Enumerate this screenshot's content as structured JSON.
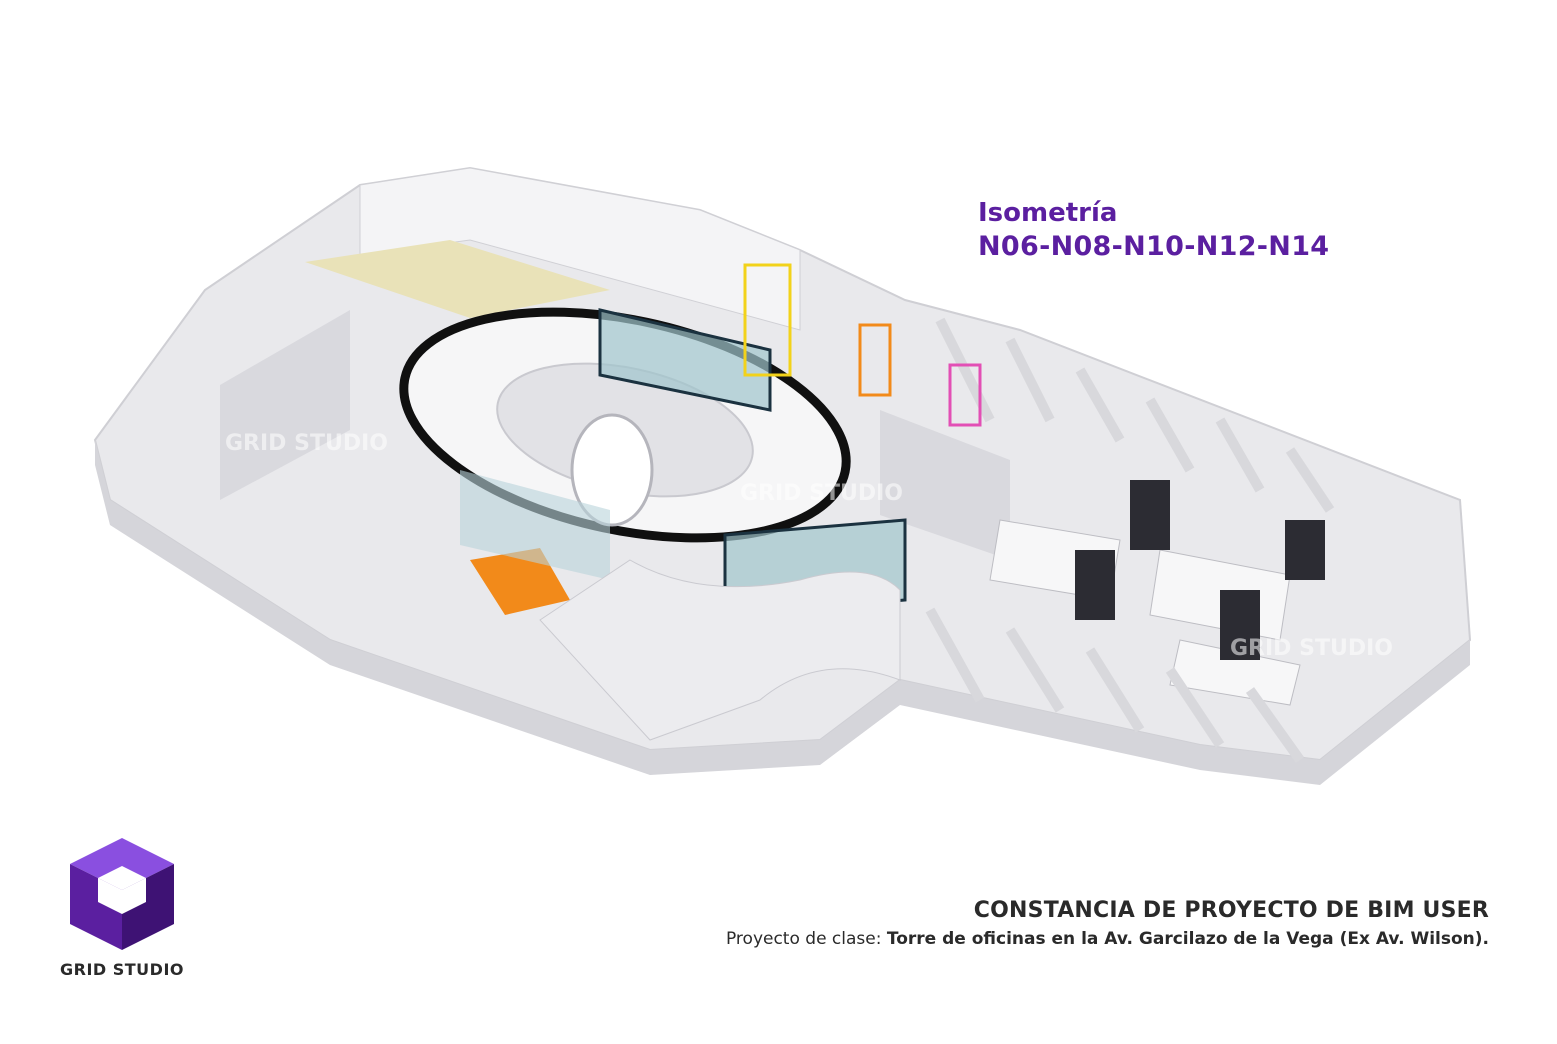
{
  "view": {
    "title_line1": "Isometría",
    "title_line2": "N06-N08-N10-N12-N14"
  },
  "watermark": {
    "text": "GRID STUDIO"
  },
  "brand": {
    "name": "GRID STUDIO",
    "color": "#5b1fa0",
    "icon": "cube-logo-icon"
  },
  "footer": {
    "heading": "CONSTANCIA DE PROYECTO DE BIM USER",
    "project_prefix": "Proyecto de clase: ",
    "project_name": "Torre de oficinas en la Av. Garcilazo de la Vega (Ex Av. Wilson)."
  }
}
